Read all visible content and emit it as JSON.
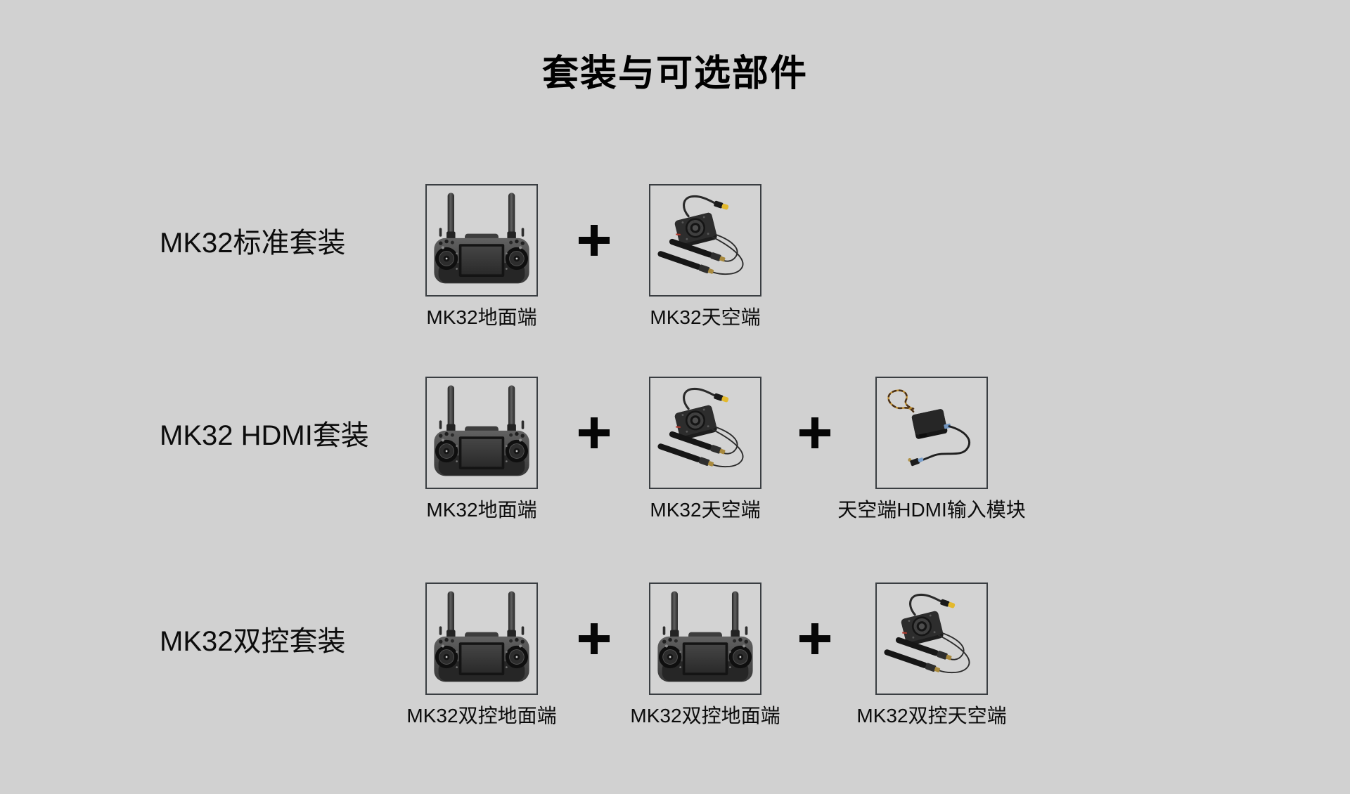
{
  "page": {
    "title": "套装与可选部件",
    "background_color": "#d1d1d1",
    "text_color": "#0d0d0d",
    "box_border_color": "#3a3e42",
    "accent_yellow": "#e3b92e"
  },
  "icons": {
    "plus": "plus-icon"
  },
  "rows": [
    {
      "label": "MK32标准套装",
      "items": [
        {
          "caption": "MK32地面端",
          "image": "mk32-ground-unit"
        },
        {
          "caption": "MK32天空端",
          "image": "mk32-air-unit"
        }
      ]
    },
    {
      "label": "MK32 HDMI套装",
      "items": [
        {
          "caption": "MK32地面端",
          "image": "mk32-ground-unit"
        },
        {
          "caption": "MK32天空端",
          "image": "mk32-air-unit"
        },
        {
          "caption": "天空端HDMI输入模块",
          "image": "hdmi-input-module"
        }
      ]
    },
    {
      "label": "MK32双控套装",
      "items": [
        {
          "caption": "MK32双控地面端",
          "image": "mk32-ground-unit"
        },
        {
          "caption": "MK32双控地面端",
          "image": "mk32-ground-unit"
        },
        {
          "caption": "MK32双控天空端",
          "image": "mk32-air-unit"
        }
      ]
    }
  ]
}
